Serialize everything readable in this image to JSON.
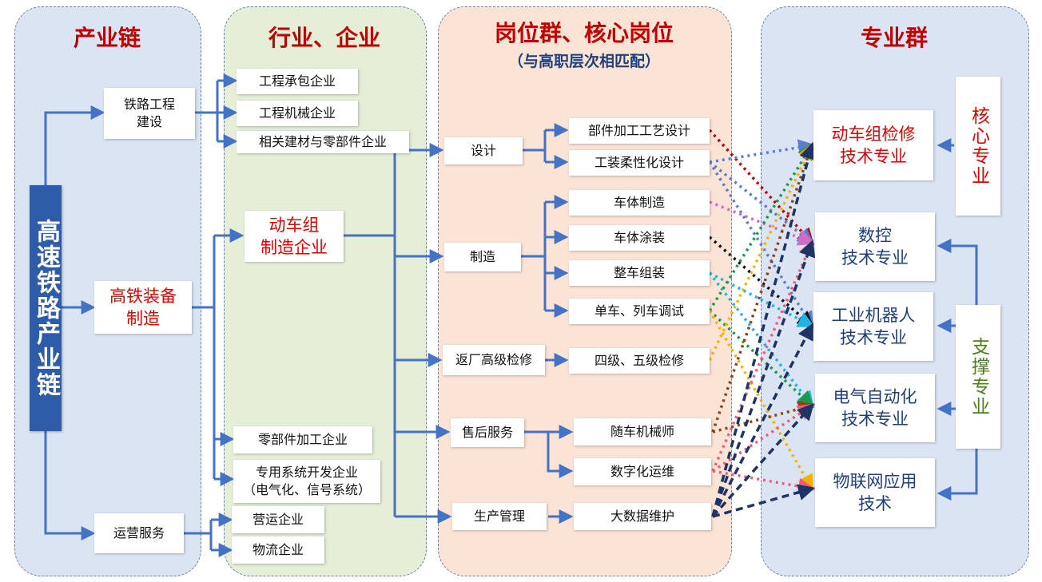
{
  "colors": {
    "panel_chain": "#dbe4f3",
    "panel_industry": "#e5efd8",
    "panel_positions": "#fbe3d6",
    "panel_majors": "#dbe4f3",
    "title_red": "#c00000",
    "text_red": "#e00000",
    "line_blue": "#4472c4",
    "major_blue": "#1f3f7a",
    "support_green": "#4e7f1c",
    "vertical_box": "#2e5ca8"
  },
  "panels": {
    "chain_title": "产业链",
    "industry_title": "行业、企业",
    "positions_title": "岗位群、核心岗位",
    "positions_subtitle": "（与高职层次相匹配）",
    "majors_title": "专业群"
  },
  "chain": {
    "vertical": "高速铁路产业链",
    "railway": "铁路工程\n建设",
    "equipment": "高铁装备\n制造",
    "operation": "运营服务"
  },
  "industry": {
    "contract": "工程承包企业",
    "machinery": "工程机械企业",
    "materials": "相关建材与零部件企业",
    "emu": "动车组\n制造企业",
    "parts": "零部件加工企业",
    "systems": "专用系统开发企业\n（电气化、信号系统）",
    "transport": "营运企业",
    "logistics": "物流企业"
  },
  "position_groups": {
    "design": "设计",
    "manufacture": "制造",
    "overhaul": "返厂高级检修",
    "aftersales": "售后服务",
    "production": "生产管理"
  },
  "positions": {
    "process_design": "部件加工工艺设计",
    "fixture_design": "工装柔性化设计",
    "body_make": "车体制造",
    "body_paint": "车体涂装",
    "assembly": "整车组装",
    "debug": "单车、列车调试",
    "overhaul45": "四级、五级检修",
    "mechanic": "随车机械师",
    "digital_om": "数字化运维",
    "bigdata": "大数据维护"
  },
  "majors": {
    "emu_maint": "动车组检修\n技术专业",
    "cnc": "数控\n技术专业",
    "robot": "工业机器人\n技术专业",
    "automation": "电气自动化\n技术专业",
    "iot": "物联网应用\n技术"
  },
  "major_types": {
    "core": "核心专业",
    "support": "支撑专业"
  },
  "link_colors": [
    "#c00000",
    "#5b7ec9",
    "#d16bc8",
    "#111111",
    "#1fb5e0",
    "#1a9a4a",
    "#f0b400",
    "#8b4513",
    "#f25c78",
    "#1f3364"
  ]
}
